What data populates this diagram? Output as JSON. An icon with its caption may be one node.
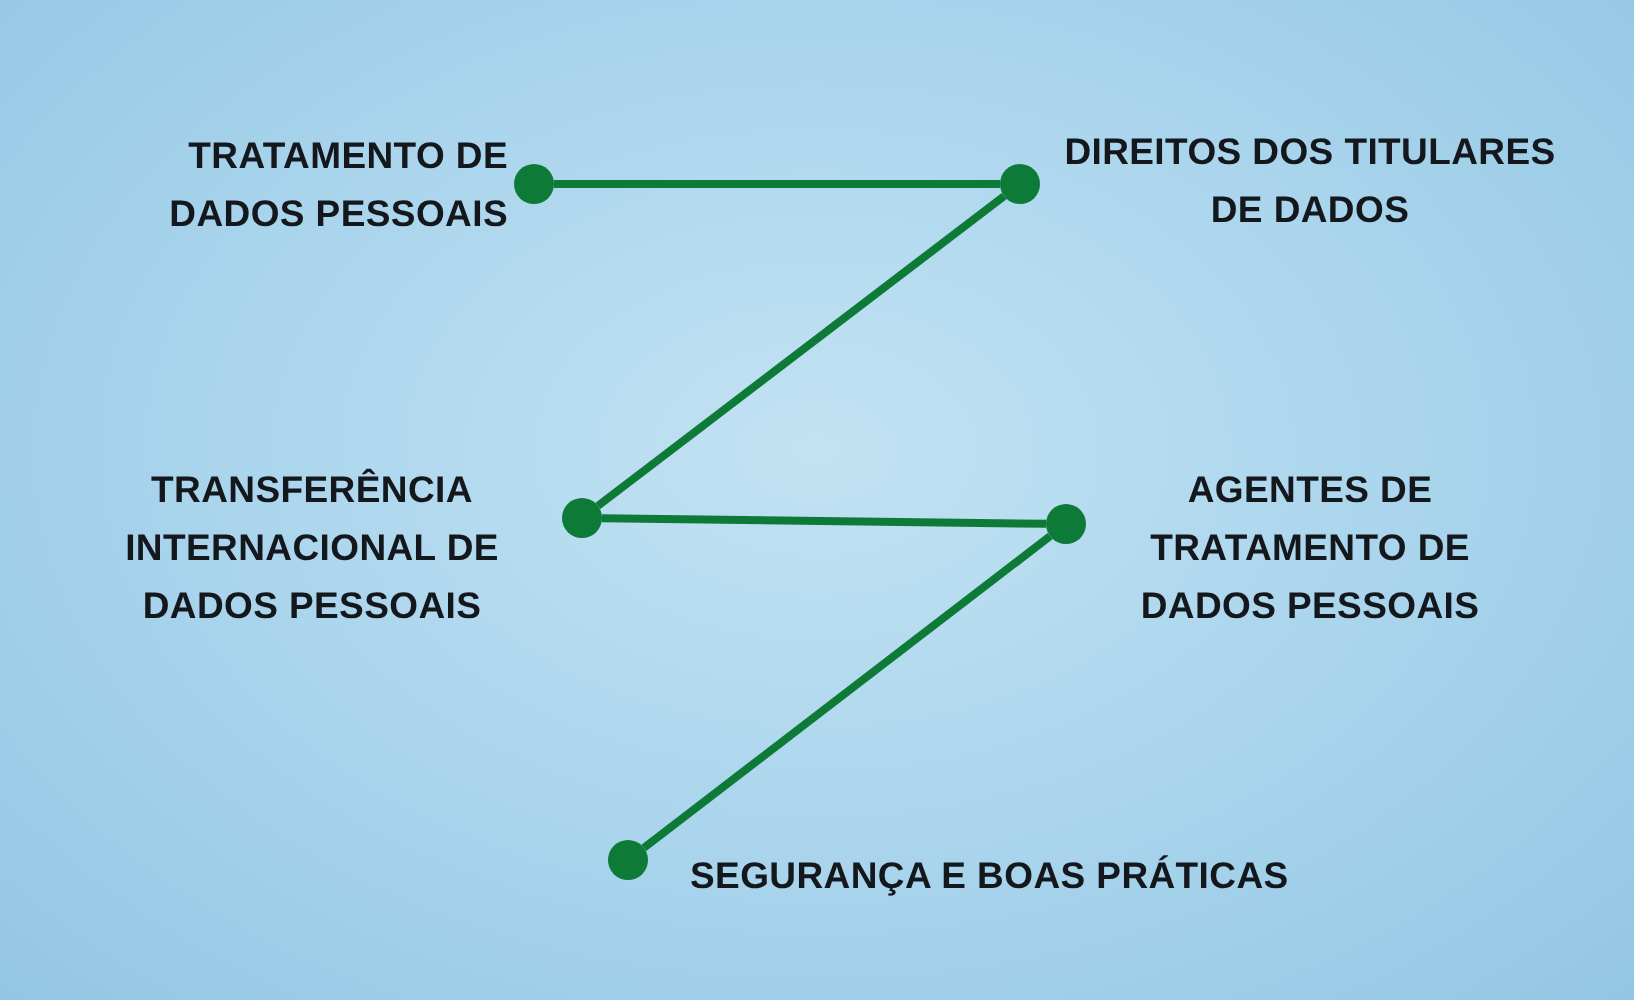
{
  "diagram": {
    "nodes": [
      {
        "text": [],
        "shape": "circle",
        "beside": [
          "TRATAMENTO DE DADOS PESSOAIS"
        ]
      },
      {
        "text": [],
        "shape": "circle",
        "beside": [
          "DIREITOS DOS TITULARES DE DADOS"
        ]
      },
      {
        "text": [],
        "shape": "circle",
        "beside": [
          "TRANSFERÊNCIA INTERNACIONAL DE DADOS PESSOAIS"
        ]
      },
      {
        "text": [],
        "shape": "circle",
        "beside": [
          "AGENTES DE TRATAMENTO DE DADOS PESSOAIS"
        ]
      },
      {
        "text": [],
        "shape": "circle",
        "beside": [
          "SEGURANÇA E BOAS PRÁTICAS"
        ]
      }
    ],
    "edges": [
      {
        "from": 0,
        "to": 1,
        "arrow": "none"
      },
      {
        "from": 1,
        "to": 2,
        "arrow": "none"
      },
      {
        "from": 2,
        "to": 3,
        "arrow": "none"
      },
      {
        "from": 3,
        "to": 4,
        "arrow": "none"
      }
    ]
  }
}
